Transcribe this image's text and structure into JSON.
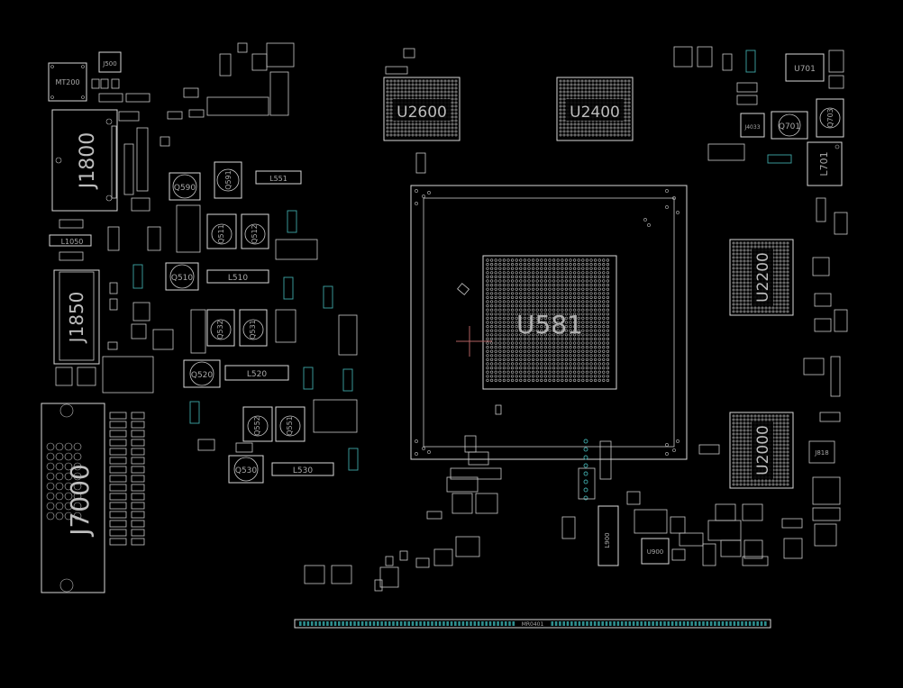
{
  "view": {
    "background": "#000000",
    "outline_color": "#d8d8d8",
    "label_color": "#bdbdbd",
    "accent_color": "#3fa7a7",
    "cursor_color": "#b06060"
  },
  "components": {
    "soc": "U581",
    "mem1": "U2600",
    "mem2": "U2400",
    "mem3": "U2200",
    "mem4": "U2000",
    "conn1": "J1800",
    "conn2": "J1850",
    "conn3": "J7000",
    "mount": "MT200",
    "j500": "J500",
    "l1050": "L1050",
    "q590": "Q590",
    "q591": "Q591",
    "l551": "L551",
    "q511": "Q511",
    "q512": "Q512",
    "q510": "Q510",
    "l510": "L510",
    "q532": "Q532",
    "q531": "Q531",
    "q520": "Q520",
    "l520": "L520",
    "q552": "Q552",
    "q551": "Q551",
    "q530": "Q530",
    "l530": "L530",
    "u701": "U701",
    "q701": "Q701",
    "q703": "Q703",
    "l701": "L701",
    "u900": "U900",
    "l900": "L900",
    "j818": "J818",
    "j4033": "J4033",
    "edge_connector": "MR0401"
  }
}
